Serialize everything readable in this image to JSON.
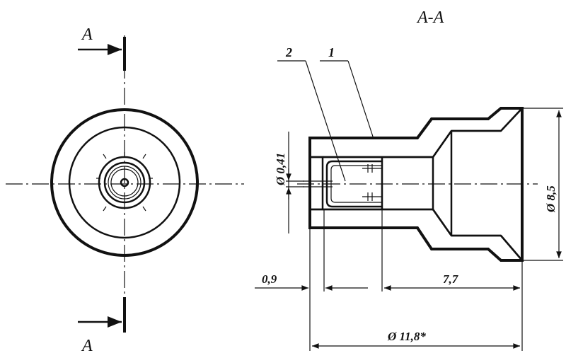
{
  "section": {
    "title": "A-A",
    "cut_label_top": "A",
    "cut_label_bottom": "A"
  },
  "parts": {
    "part_1": "1",
    "part_2": "2"
  },
  "dimensions": {
    "small_hole": "Ø 0,41",
    "outer_step": "Ø 8,5",
    "offset": "0,9",
    "length": "7,7",
    "overall_diameter": "Ø 11,8*"
  }
}
